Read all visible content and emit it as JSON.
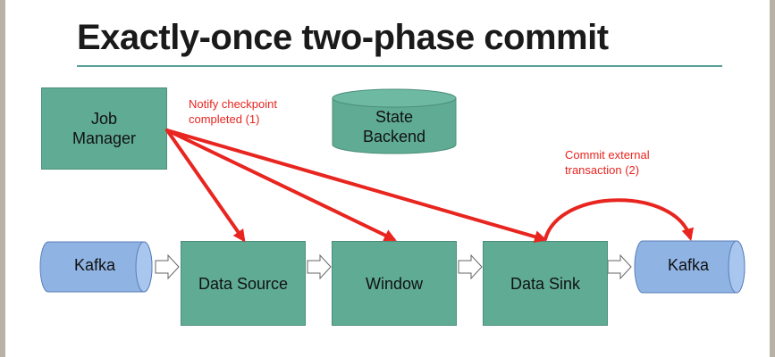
{
  "title": "Exactly-once two-phase commit",
  "nodes": {
    "job_manager": "Job\nManager",
    "state_backend": "State\nBackend",
    "kafka_source": "Kafka",
    "data_source": "Data Source",
    "window": "Window",
    "data_sink": "Data Sink",
    "kafka_sink": "Kafka"
  },
  "notes": {
    "notify": "Notify checkpoint\ncompleted (1)",
    "commit": "Commit external\ntransaction (2)"
  },
  "colors": {
    "operator": "#5fab94",
    "kafka": "#8fb3e3",
    "arrow": "#e8251f",
    "rule": "#5aa19a"
  }
}
